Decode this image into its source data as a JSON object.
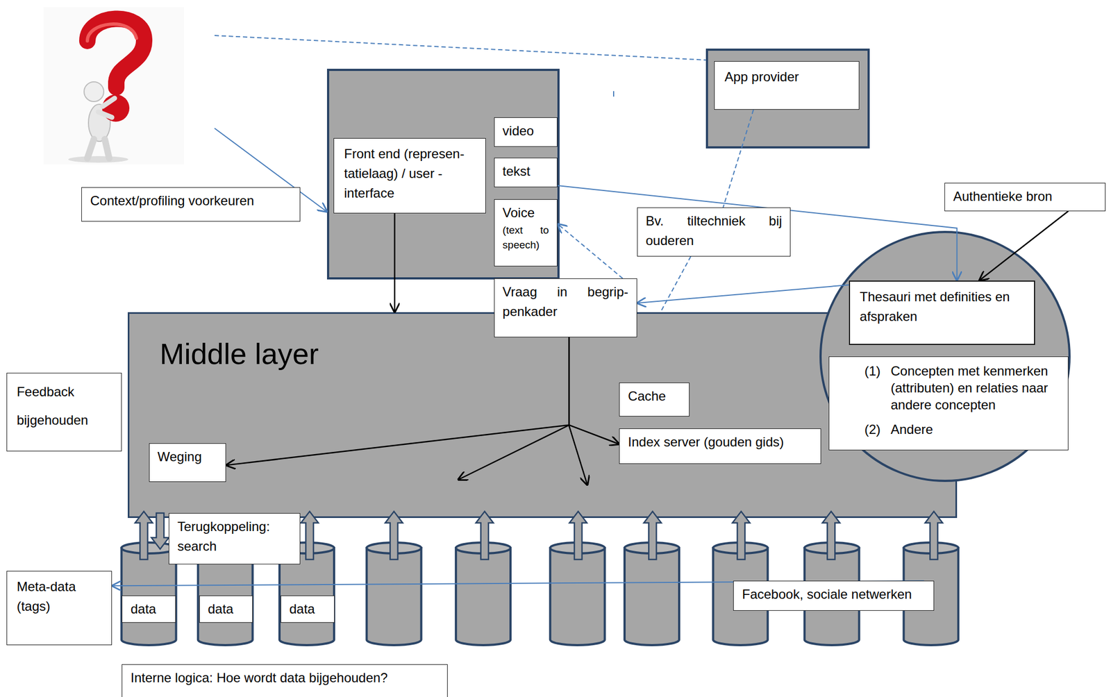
{
  "diagram": {
    "nodes": [
      {
        "text": [
          "App provider"
        ]
      },
      {
        "text": [
          "Front end (represen- tatielaag) / user - interface"
        ]
      },
      {
        "text": [
          "video"
        ]
      },
      {
        "text": [
          "tekst"
        ]
      },
      {
        "text": [
          "Voice",
          "(text to speech)"
        ]
      },
      {
        "text": [
          "Context/profiling voorkeuren"
        ]
      },
      {
        "text": [
          "Bv. tiltechniek bij ouderen"
        ]
      },
      {
        "text": [
          "Authentieke bron"
        ]
      },
      {
        "text": [
          "Vraag in begrip- penkader"
        ]
      },
      {
        "text": [
          "Middle layer"
        ]
      },
      {
        "text": [
          "Cache"
        ],
        "in": 9
      },
      {
        "text": [
          "Index server (gouden gids)"
        ],
        "in": 9
      },
      {
        "text": [
          "Weging"
        ],
        "in": 9
      },
      {
        "text": [
          "Thesauri met definities en afspraken"
        ]
      },
      {
        "text": [
          "(1)",
          "Concepten met kenmerken (attributen) en relaties naar andere concepten",
          "(2)",
          "Andere"
        ]
      },
      {
        "text": [
          "Feedback bijgehouden"
        ]
      },
      {
        "text": [
          "data"
        ]
      },
      {
        "text": [
          "data"
        ]
      },
      {
        "text": [
          "data"
        ]
      },
      {
        "text": [
          "Terugkoppeling: search"
        ]
      },
      {
        "text": [
          "Meta-data (tags)"
        ]
      },
      {
        "text": [
          "Facebook, sociale netwerken"
        ]
      },
      {
        "text": [
          "Interne logica: Hoe wordt data bijgehouden?"
        ]
      }
    ],
    "edges": [
      {
        "from": 3,
        "to": 13,
        "arrow": "to"
      },
      {
        "from": 13,
        "to": 8,
        "arrow": "to"
      },
      {
        "from": 7,
        "to": 13,
        "arrow": "to"
      },
      {
        "from": 8,
        "to": 4,
        "arrow": "to"
      },
      {
        "from": 1,
        "to": 9,
        "arrow": "to"
      },
      {
        "from": 8,
        "to": 12,
        "arrow": "to"
      },
      {
        "from": 8,
        "to": 11,
        "arrow": "to"
      },
      {
        "from": 0,
        "to": 6,
        "arrow": "none"
      },
      {
        "from": 6,
        "to": 9,
        "arrow": "none"
      },
      {
        "from": 21,
        "to": 20,
        "arrow": "to"
      }
    ]
  }
}
